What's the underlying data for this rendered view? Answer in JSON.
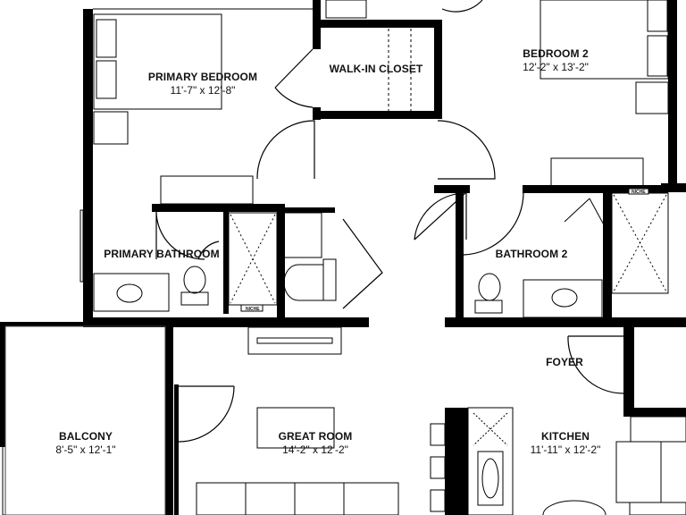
{
  "colors": {
    "wall": "#000000",
    "fixture": "#1a1a1a",
    "background": "#ffffff"
  },
  "rooms": {
    "primary_bedroom": {
      "name": "PRIMARY BEDROOM",
      "dimensions": "11'-7\" x 12'-8\""
    },
    "walk_in_closet": {
      "name": "WALK-IN CLOSET"
    },
    "bedroom_2": {
      "name": "BEDROOM 2",
      "dimensions": "12'-2\" x 13'-2\""
    },
    "primary_bathroom": {
      "name": "PRIMARY BATHROOM"
    },
    "bathroom_2": {
      "name": "BATHROOM 2"
    },
    "foyer": {
      "name": "FOYER"
    },
    "balcony": {
      "name": "BALCONY",
      "dimensions": "8'-5\" x 12'-1\""
    },
    "great_room": {
      "name": "GREAT ROOM",
      "dimensions": "14'-2\" x 12'-2\""
    },
    "kitchen": {
      "name": "KITCHEN",
      "dimensions": "11'-11\" x 12'-2\""
    }
  },
  "tags": {
    "niche": "NICHE"
  }
}
